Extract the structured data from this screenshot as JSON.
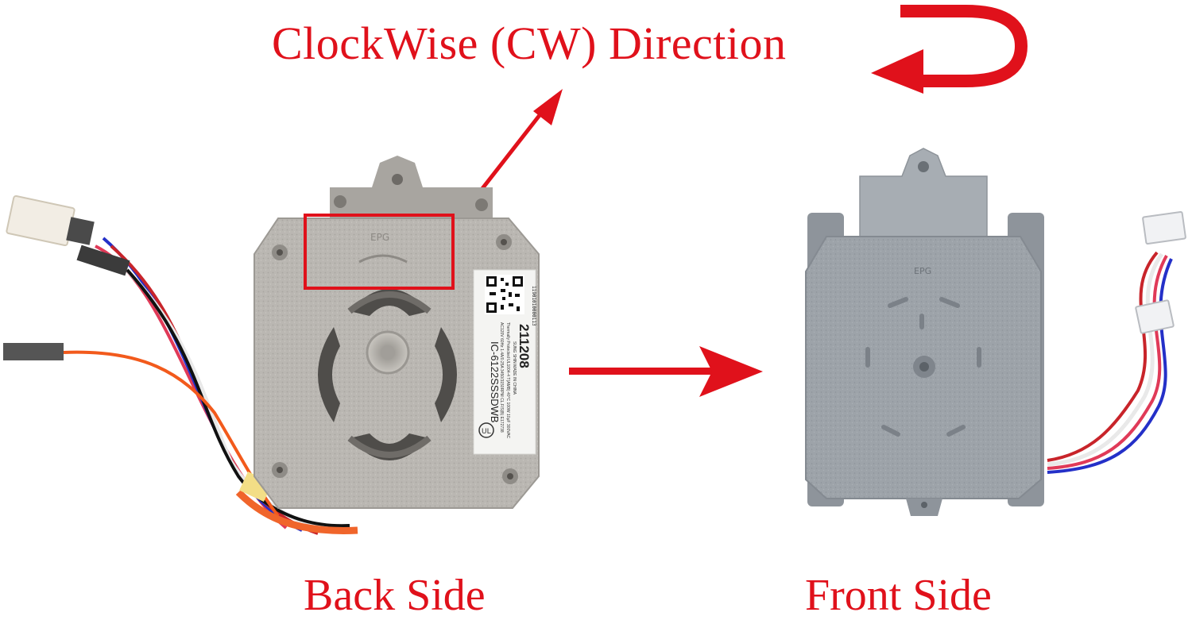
{
  "captions": {
    "title": "ClockWise  (CW) Direction",
    "back": "Back Side",
    "front": "Front Side"
  },
  "label": {
    "model": "IC-6122SSSDWB",
    "date_code": "211208",
    "serial": "11901010000113",
    "made_in": "SUNG SHIN MADE IN CHINA",
    "spec_line1": "AC120V 60Hz 1.4A/0.25A 3450/3150RPM CL.F/S(B) E172738",
    "spec_line2": "Thermally Protected UL1004-4 T(AMB) 40°C 100W 10μF 300VAC"
  },
  "colors": {
    "accent_red": "#e0111b",
    "casting_back": "#b9b6b1",
    "casting_front": "#9aa0a6"
  },
  "icons": [
    "clockwise-arrow-icon",
    "pointer-arrow-icon",
    "right-arrow-icon",
    "qr-code-icon",
    "ul-mark-icon"
  ]
}
